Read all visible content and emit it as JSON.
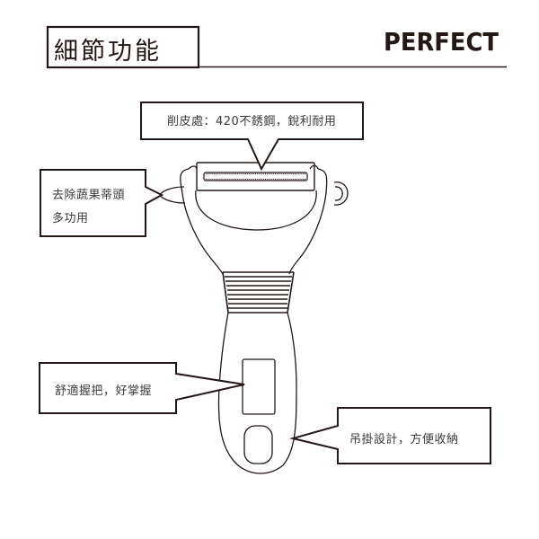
{
  "header": {
    "title": "細節功能",
    "brand": "PERFECT"
  },
  "callouts": [
    {
      "id": "blade",
      "text": "削皮處：420不銹鋼，銳利耐用"
    },
    {
      "id": "tip",
      "line1": "去除蔬果蒂頭",
      "line2": "多功用"
    },
    {
      "id": "grip",
      "text": "舒適握把，好掌握"
    },
    {
      "id": "hang",
      "text": "吊掛設計，方便收納"
    }
  ],
  "colors": {
    "stroke": "#231815",
    "text": "#3a3a3a",
    "background": "#ffffff"
  },
  "icons": {
    "product": "y-peeler-line-drawing"
  }
}
